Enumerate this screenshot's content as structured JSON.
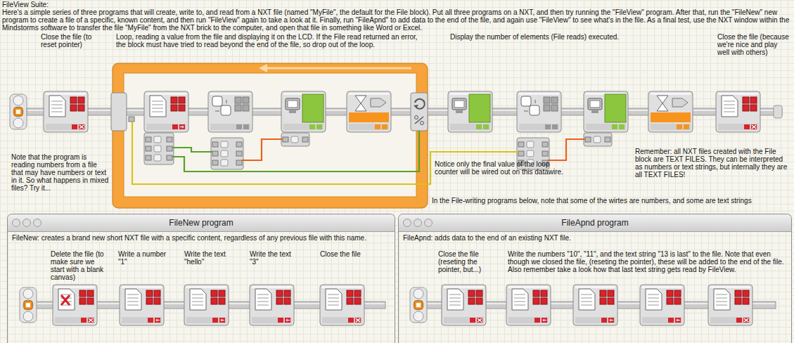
{
  "diagram": {
    "title": "FileView Suite:",
    "nodes": [
      {
        "text": [
          "FileNew program",
          "FileNew: creates a brand new short NXT file with a specific content, regardless of any previous file with this name."
        ]
      },
      {
        "text": [
          "FileApnd program",
          "FileApnd: adds data to the end of an existing NXT file."
        ]
      }
    ],
    "labels": [
      "Here's a simple series of three programs that will create, write to, and read from a NXT file (named \"MyFile\", the default for the File block). Put all three programs on a NXT, and then try running the \"FileView\" program. After that, run the \"FileNew\" new program to create a file of a specific, known content, and then run \"FileView\" again to take a look at it. Finally, run \"FileApnd\" to add data to the end of the file, and again use \"FileView\" to see what's in the file. As a final test, use the NXT window within the Mindstorms software to transfer the file \"MyFile\" from the NXT brick to the computer, and open that file in something like Word or Excel.",
      "Close the file (to reset pointer)",
      "Loop, reading a value from the file and displaying it on the LCD. If the File read returned an error, the block must have tried to read beyond the end of the file, so drop out of the loop.",
      "Display the number of elements (File reads) executed.",
      "Close the file (because we're nice and play well with others)",
      "Note that the program is reading numbers from a file that may have numbers or text in it. So what happens in mixed files? Try it...",
      "Notice only the final value of the loop counter will be wired out on this datawire.",
      "Remember: all NXT files created with the File block are TEXT FILES. They can be interpreted as numbers or text strings, but internally they are all TEXT FILES!",
      "In the File-writing programs below, note that some of the wirtes are numbers, and some are text strings",
      "Delete the file (to make sure we start with a blank canvas)",
      "Write a number \"1\"",
      "Write the text \"hello\"",
      "Write the text \"3\"",
      "Close the file",
      "Close the file (reseting the pointer, but...)",
      "Write the numbers \"10\", \"11\", and the text string \"13 is last\" to the file. Note that even though we closed the file, (reseting the pointer), these will be added to the end of the file. Also remember take a look how that last text string gets read by FileView."
    ]
  }
}
